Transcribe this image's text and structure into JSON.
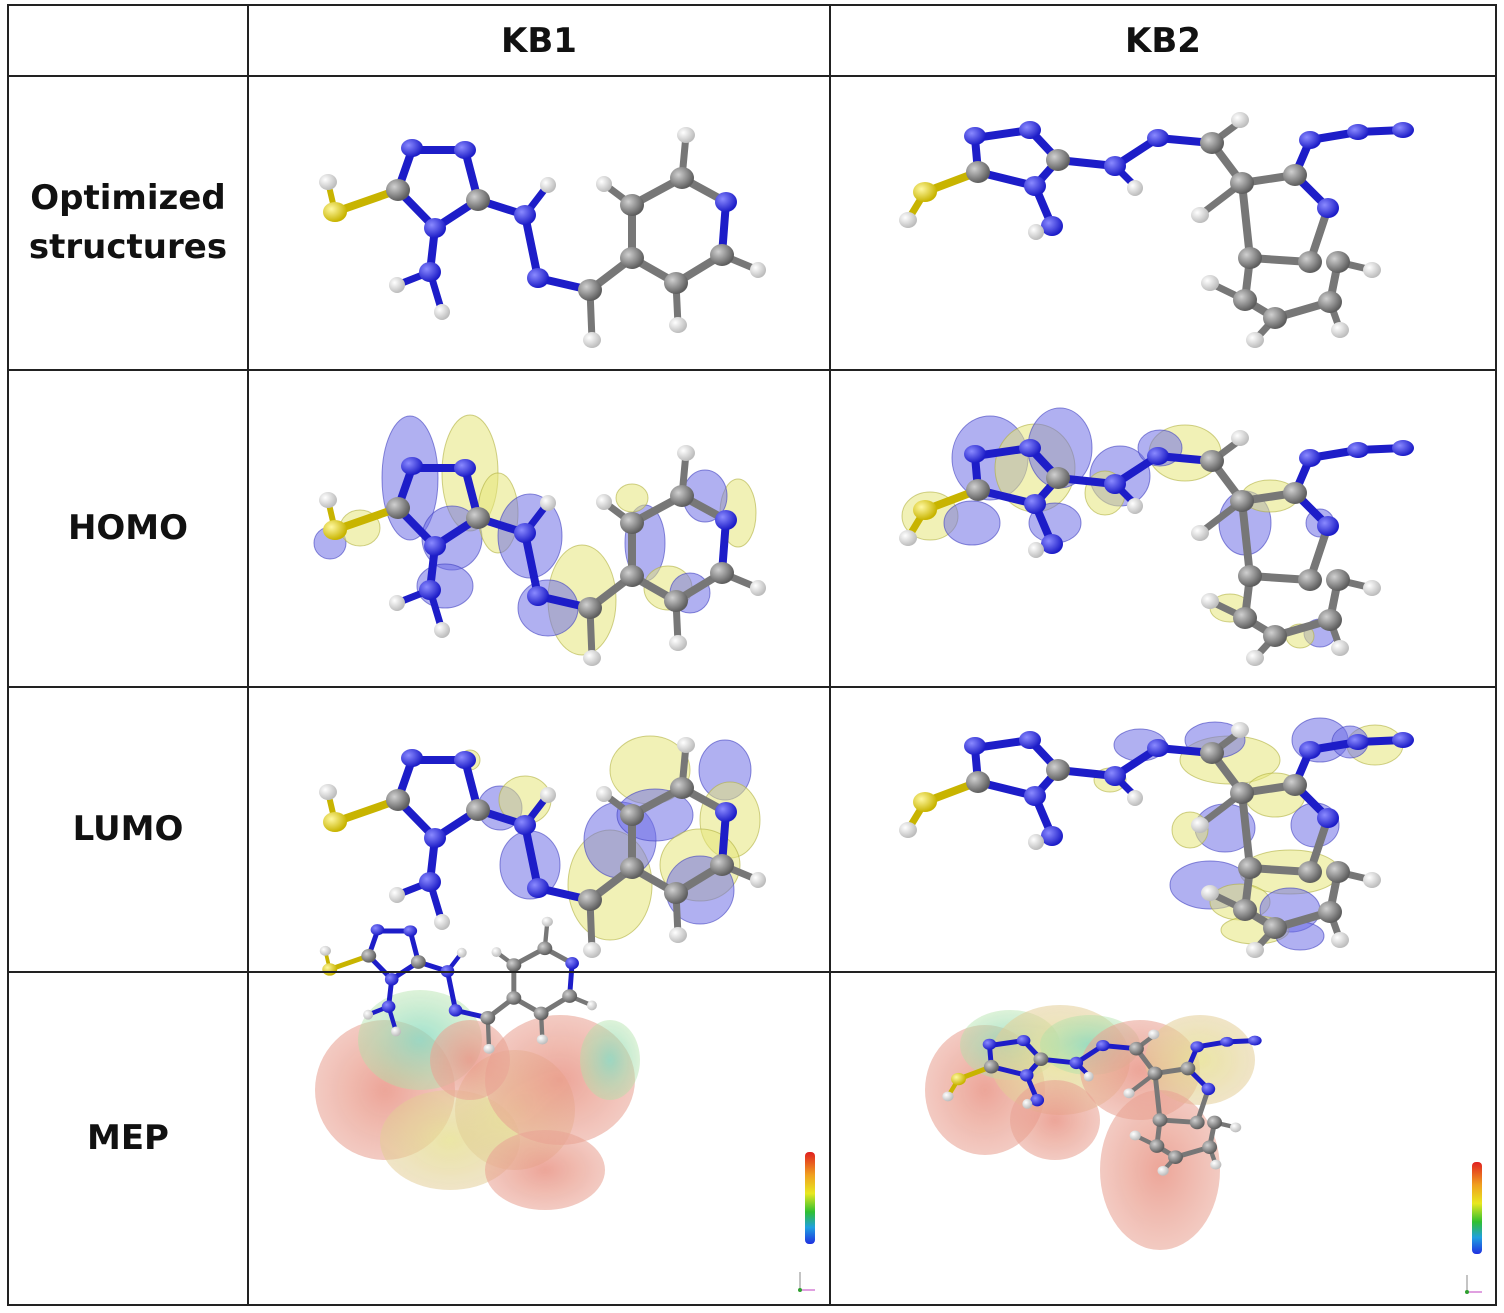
{
  "table": {
    "columns": [
      "",
      "KB1",
      "KB2"
    ],
    "rows": [
      {
        "label": "Optimized structures"
      },
      {
        "label": "HOMO"
      },
      {
        "label": "LUMO"
      },
      {
        "label": "MEP"
      }
    ]
  },
  "colors": {
    "nitrogen": "#2a2ad8",
    "carbon": "#7a7a7a",
    "hydrogen": "#f4f4f4",
    "sulfur": "#e8d820",
    "orbital_positive": "#6f6fe6",
    "orbital_negative": "#e6e67a",
    "grid_line": "#222222"
  }
}
